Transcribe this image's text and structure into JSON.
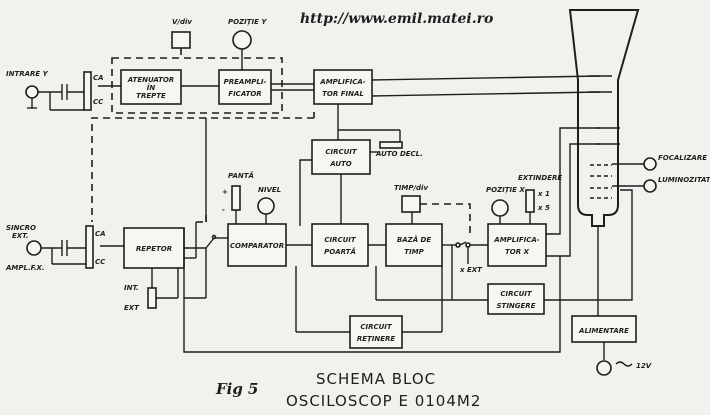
{
  "header": {
    "url": "http://www.emil.matei.ro"
  },
  "title": {
    "line1": "SCHEMA BLOC",
    "line2": "OSCILOSCOP E 0104M2"
  },
  "figure_label": "Fig 5",
  "blocks": {
    "atenuator": [
      "ATENUATOR",
      "ÎN",
      "TREPTE"
    ],
    "preamplificator": [
      "PREAMPLI-",
      "FICATOR"
    ],
    "amplificator_final": [
      "AMPLIFICA-",
      "TOR FINAL"
    ],
    "circuit_auto": [
      "CIRCUIT",
      "AUTO"
    ],
    "repetor": [
      "REPETOR"
    ],
    "comparator": [
      "COMPARATOR"
    ],
    "circuit_poarta": [
      "CIRCUIT",
      "POARTĂ"
    ],
    "baza_de_timp": [
      "BAZĂ DE",
      "TIMP"
    ],
    "amplificator_x": [
      "AMPLIFICA-",
      "TOR X"
    ],
    "circuit_stingere": [
      "CIRCUIT",
      "STINGERE"
    ],
    "circuit_retinere": [
      "CIRCUIT",
      "REȚINERE"
    ],
    "alimentare": [
      "ALIMENTARE"
    ]
  },
  "labels": {
    "intrare_y": "INTRARE Y",
    "ca_top": "CA",
    "cc_top": "CC",
    "ca_bottom": "CA",
    "cc_bottom": "CC",
    "volti_div": "V/div",
    "pozitie_y": "POZIȚIE Y",
    "auto_decl": "AUTO DECL.",
    "panta": "PANTĂ",
    "plus": "+",
    "minus": "-",
    "nivel": "NIVEL",
    "sincro_ext": [
      "SINCRO",
      "EXT."
    ],
    "ampl_f_x": "AMPL.F.X.",
    "int": "INT.",
    "ext": "EXT",
    "timp_div": "TIMP/div",
    "pozitie_x": "POZIȚIE X",
    "extindere": "EXTINDERE",
    "x1": "x 1",
    "x5": "x 5",
    "x_ext": "x EXT",
    "focalizare": "FOCALIZARE",
    "luminozitate": "LUMINOZITATE",
    "tensiune": "12V"
  }
}
